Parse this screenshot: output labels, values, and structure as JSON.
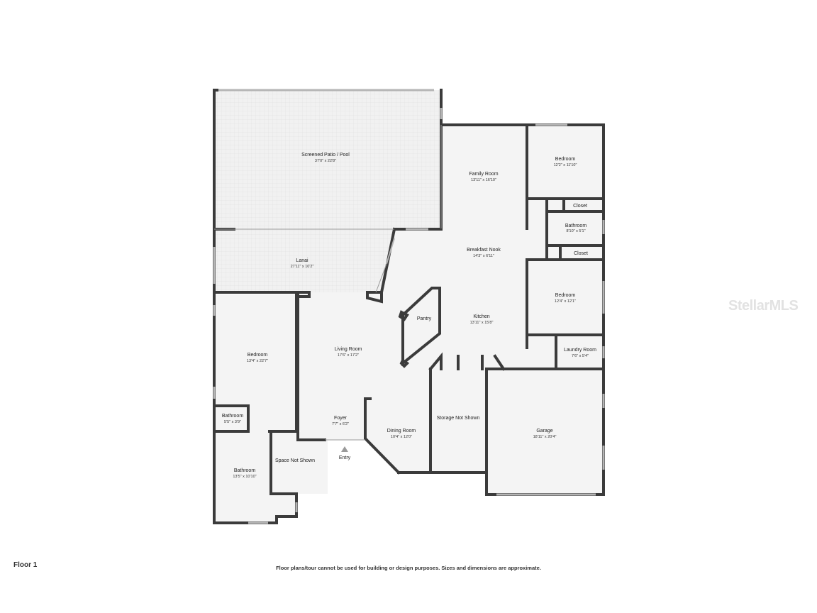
{
  "rooms": {
    "patio": {
      "name": "Screened Patio / Pool",
      "dim": "37'0\" x 22'8\""
    },
    "lanai": {
      "name": "Lanai",
      "dim": "27'11\" x 10'2\""
    },
    "family": {
      "name": "Family Room",
      "dim": "13'11\" x 16'10\""
    },
    "bedroom_ne": {
      "name": "Bedroom",
      "dim": "12'2\" x 11'10\""
    },
    "closet_1": {
      "name": "Closet"
    },
    "bathroom_e": {
      "name": "Bathroom",
      "dim": "8'10\" x 5'1\""
    },
    "closet_2": {
      "name": "Closet"
    },
    "nook": {
      "name": "Breakfast Nook",
      "dim": "14'3\" x 6'11\""
    },
    "bedroom_e": {
      "name": "Bedroom",
      "dim": "12'4\" x 12'1\""
    },
    "pantry": {
      "name": "Pantry"
    },
    "kitchen": {
      "name": "Kitchen",
      "dim": "13'11\" x 15'8\""
    },
    "laundry": {
      "name": "Laundry Room",
      "dim": "7'6\" x 5'4\""
    },
    "bedroom_w": {
      "name": "Bedroom",
      "dim": "13'4\" x 22'7\""
    },
    "living": {
      "name": "Living Room",
      "dim": "17'6\" x 17'2\""
    },
    "storage": {
      "name": "Storage Not Shown"
    },
    "garage": {
      "name": "Garage",
      "dim": "18'11\" x 20'4\""
    },
    "bath_small": {
      "name": "Bathroom",
      "dim": "5'5\" x 3'9\""
    },
    "foyer": {
      "name": "Foyer",
      "dim": "7'7\" x 6'2\""
    },
    "dining": {
      "name": "Dining Room",
      "dim": "10'4\" x 12'0\""
    },
    "space": {
      "name": "Space Not Shown"
    },
    "bathroom_sw": {
      "name": "Bathroom",
      "dim": "13'5\" x 10'10\""
    }
  },
  "entry_label": "Entry",
  "floor_label": "Floor 1",
  "disclaimer": "Floor plans/tour cannot be used for building or design purposes. Sizes and dimensions are approximate.",
  "watermark": "StellarMLS",
  "colors": {
    "wall": "#3b3b3b",
    "floor": "#f4f4f4",
    "patio_tile": "#e6e6e6"
  }
}
